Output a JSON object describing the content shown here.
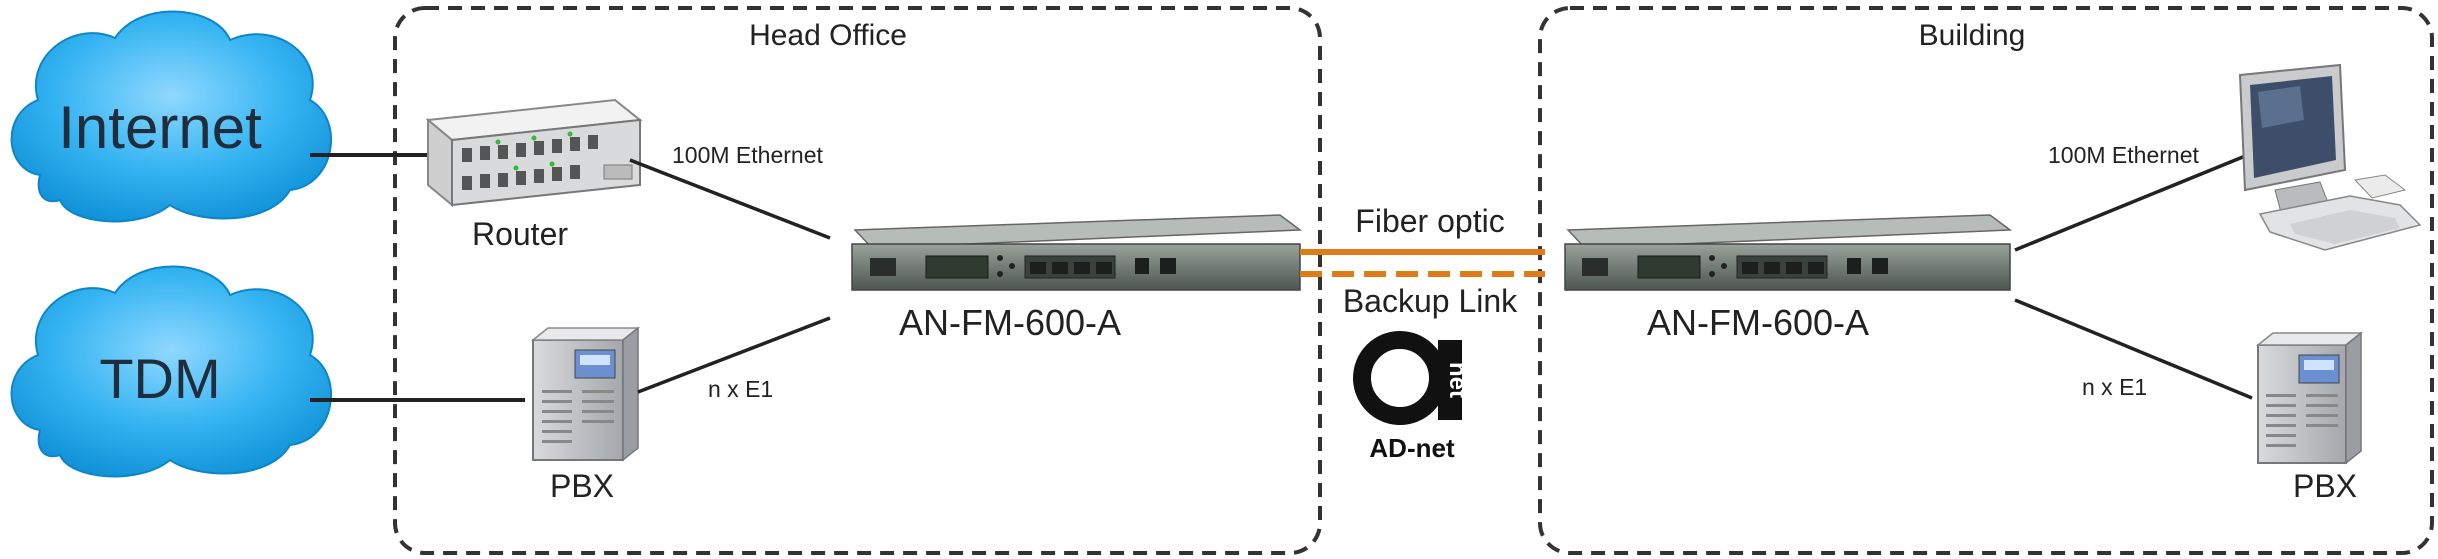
{
  "clouds": {
    "internet": "Internet",
    "tdm": "TDM"
  },
  "zones": {
    "head_office": "Head Office",
    "building": "Building"
  },
  "devices": {
    "router": "Router",
    "pbx_left": "PBX",
    "pbx_right": "PBX",
    "converter_left": "AN-FM-600-A",
    "converter_right": "AN-FM-600-A"
  },
  "links": {
    "ethernet_left": "100M Ethernet",
    "e1_left": "n x E1",
    "fiber": "Fiber optic",
    "backup": "Backup Link",
    "ethernet_right": "100M Ethernet",
    "e1_right": "n x E1"
  },
  "logo": {
    "mark_text": "net",
    "brand": "AD-net"
  },
  "colors": {
    "cloud": "#1aa7ec",
    "fiber": "#e07b1a",
    "zone_border": "#333333"
  }
}
